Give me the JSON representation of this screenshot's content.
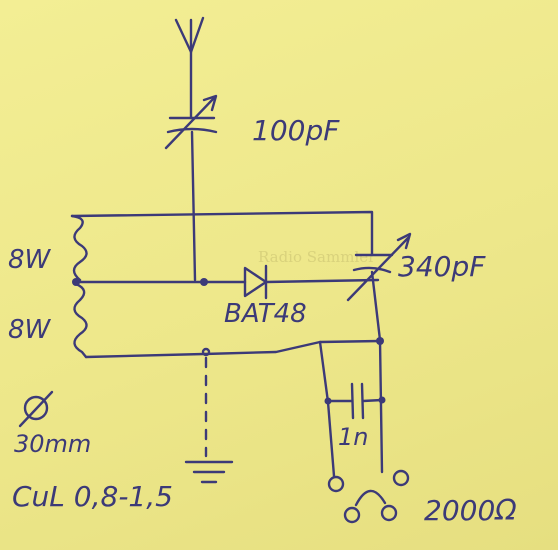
{
  "labels": {
    "c_tune_top": "100pF",
    "c_tune_right": "340pF",
    "diode": "BAT48",
    "turns_top": "8W",
    "turns_bottom": "8W",
    "wire_diameter_symbol": "Ø",
    "wire_diameter": "30mm",
    "wire_spec": "CuL 0,8-1,5",
    "cap_bypass": "1n",
    "impedance": "2000Ω"
  },
  "watermark": "Radio Sammler",
  "colors": {
    "ink": "#3c3a78",
    "paper": "#efe98a"
  }
}
